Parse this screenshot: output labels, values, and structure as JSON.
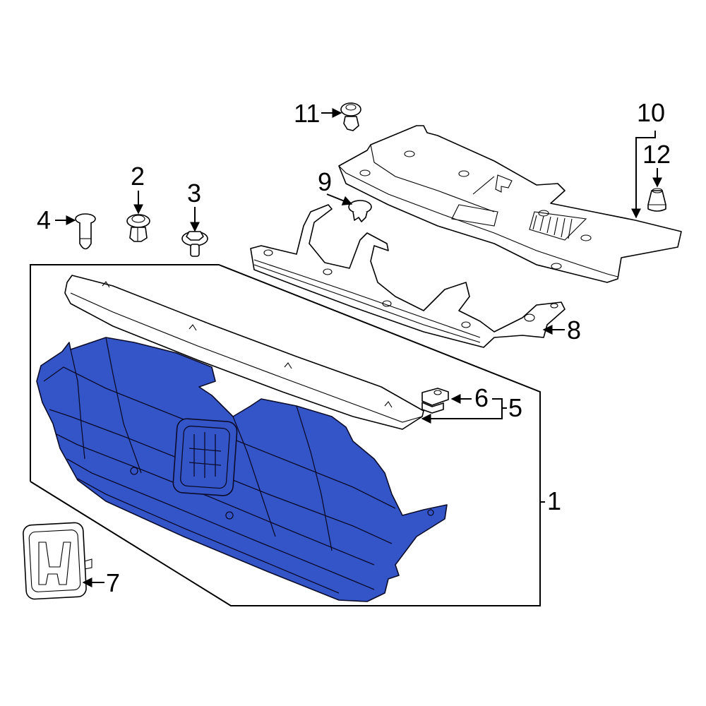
{
  "diagram": {
    "type": "exploded-parts-diagram",
    "subject": "Front grille assembly",
    "highlight_color": "#3355c8",
    "background_color": "#ffffff",
    "line_color": "#000000"
  },
  "callouts": [
    {
      "id": "1",
      "label": "1",
      "part": "grille-assembly",
      "highlighted": true
    },
    {
      "id": "2",
      "label": "2",
      "part": "grommet-nut"
    },
    {
      "id": "3",
      "label": "3",
      "part": "flange-bolt"
    },
    {
      "id": "4",
      "label": "4",
      "part": "push-clip"
    },
    {
      "id": "5",
      "label": "5",
      "part": "upper-grille-molding"
    },
    {
      "id": "6",
      "label": "6",
      "part": "molding-clip"
    },
    {
      "id": "7",
      "label": "7",
      "part": "emblem"
    },
    {
      "id": "8",
      "label": "8",
      "part": "upper-support-bracket"
    },
    {
      "id": "9",
      "label": "9",
      "part": "retainer-clip"
    },
    {
      "id": "10",
      "label": "10",
      "part": "radiator-support-cover"
    },
    {
      "id": "11",
      "label": "11",
      "part": "cover-clip"
    },
    {
      "id": "12",
      "label": "12",
      "part": "rubber-stopper"
    }
  ]
}
